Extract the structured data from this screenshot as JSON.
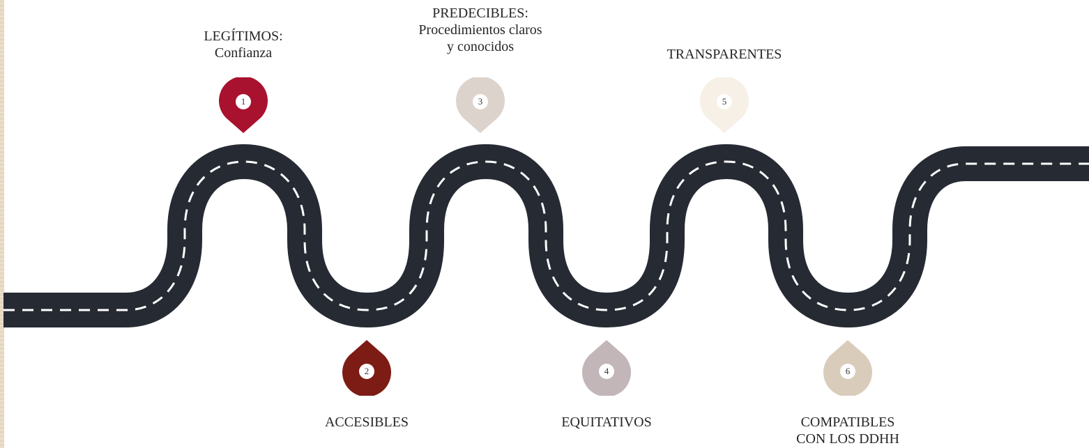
{
  "steps": [
    {
      "number": "1",
      "line1": "LEGÍTIMOS:",
      "line2": "Confianza",
      "line3": "",
      "color": "#a8122e"
    },
    {
      "number": "2",
      "line1": "ACCESIBLES",
      "line2": "",
      "line3": "",
      "color": "#7d1c14"
    },
    {
      "number": "3",
      "line1": "PREDECIBLES:",
      "line2": "Procedimientos claros",
      "line3": "y conocidos",
      "color": "#ddd3cd"
    },
    {
      "number": "4",
      "line1": "EQUITATIVOS",
      "line2": "",
      "line3": "",
      "color": "#c2b6b9"
    },
    {
      "number": "5",
      "line1": "TRANSPARENTES",
      "line2": "",
      "line3": "",
      "color": "#f7f0e6"
    },
    {
      "number": "6",
      "line1": "COMPATIBLES",
      "line2": "CON LOS DDHH",
      "line3": "",
      "color": "#d9ccbb"
    }
  ],
  "road": {
    "color": "#262a33",
    "dash_color": "#ffffff"
  }
}
